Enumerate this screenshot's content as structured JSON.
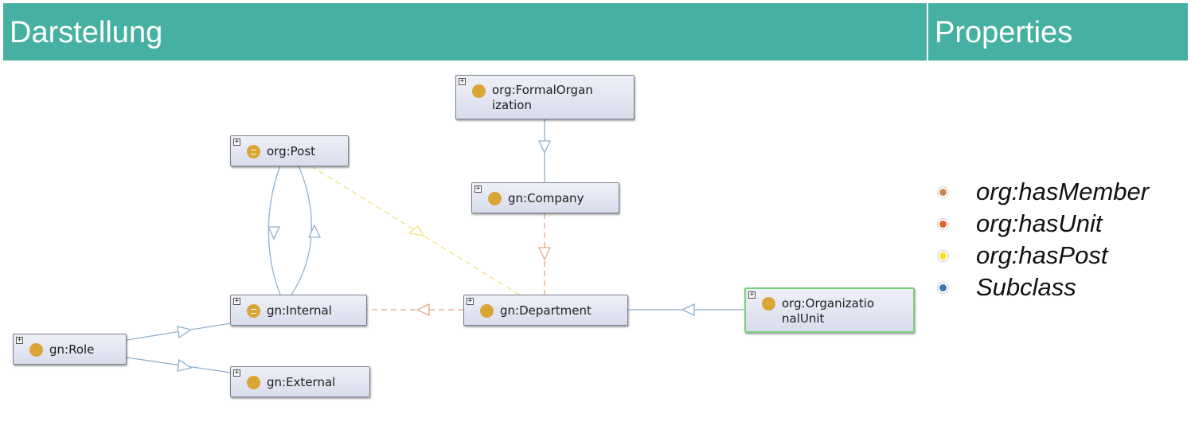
{
  "header": {
    "left_title": "Darstellung",
    "right_title": "Properties"
  },
  "nodes": {
    "formal_org": {
      "label": "org:FormalOrgan\nization",
      "icon": "class-icon"
    },
    "post": {
      "label": "org:Post",
      "icon": "equivalent-class-icon"
    },
    "company": {
      "label": "gn:Company",
      "icon": "class-icon"
    },
    "internal": {
      "label": "gn:Internal",
      "icon": "equivalent-class-icon"
    },
    "department": {
      "label": "gn:Department",
      "icon": "class-icon"
    },
    "org_unit": {
      "label": "org:Organizatio\nnalUnit",
      "icon": "class-icon"
    },
    "role": {
      "label": "gn:Role",
      "icon": "class-icon"
    },
    "external": {
      "label": "gn:External",
      "icon": "class-icon"
    }
  },
  "edge_colors": {
    "subclass": "#8fb0cc",
    "has_unit": "#e8a784",
    "has_post": "#f2e27a"
  },
  "legend": [
    {
      "label": "org:hasMember",
      "color": "#c58a55"
    },
    {
      "label": "org:hasUnit",
      "color": "#dd6a2a"
    },
    {
      "label": "org:hasPost",
      "color": "#f7e02e"
    },
    {
      "label": "Subclass",
      "color": "#3a78b8"
    }
  ]
}
